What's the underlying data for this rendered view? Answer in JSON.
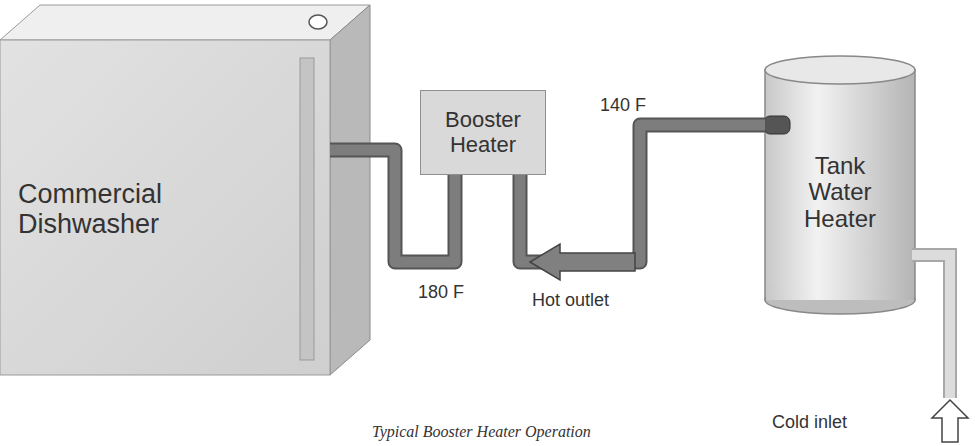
{
  "diagram": {
    "caption": "Typical Booster Heater Operation",
    "nodes": [
      {
        "text": [
          "Commercial Dishwasher"
        ]
      },
      {
        "text": [
          "Booster Heater"
        ]
      },
      {
        "text": [
          "Tank Water Heater"
        ]
      }
    ],
    "edges": [
      {
        "from": 1,
        "to": 0,
        "arrow": "none"
      },
      {
        "from": 2,
        "to": 1,
        "arrow": "to",
        "label": "Hot outlet"
      }
    ],
    "labels": [
      "140 F",
      "180 F",
      "Cold inlet"
    ]
  }
}
